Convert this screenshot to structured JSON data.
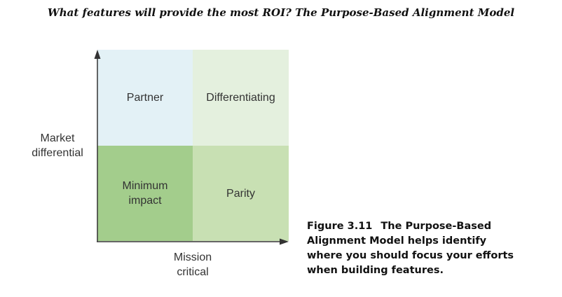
{
  "title": "What features will provide the most ROI? The Purpose-Based Alignment Model",
  "quadrants": [
    {
      "label": "Partner",
      "color": "#e3f1f6"
    },
    {
      "label": "Differentiating",
      "color": "#e4f0de"
    },
    {
      "label": "Minimum impact",
      "color": "#a3cd8c"
    },
    {
      "label": "Parity",
      "color": "#c8e0b3"
    }
  ],
  "y_axis_label": "Market differential",
  "x_axis_label": "Mission critical",
  "axis_color": "#333333",
  "caption": {
    "figure_number": "Figure 3.11",
    "text": "The Purpose-Based Alignment Model helps identify where you should focus your efforts when building features."
  }
}
